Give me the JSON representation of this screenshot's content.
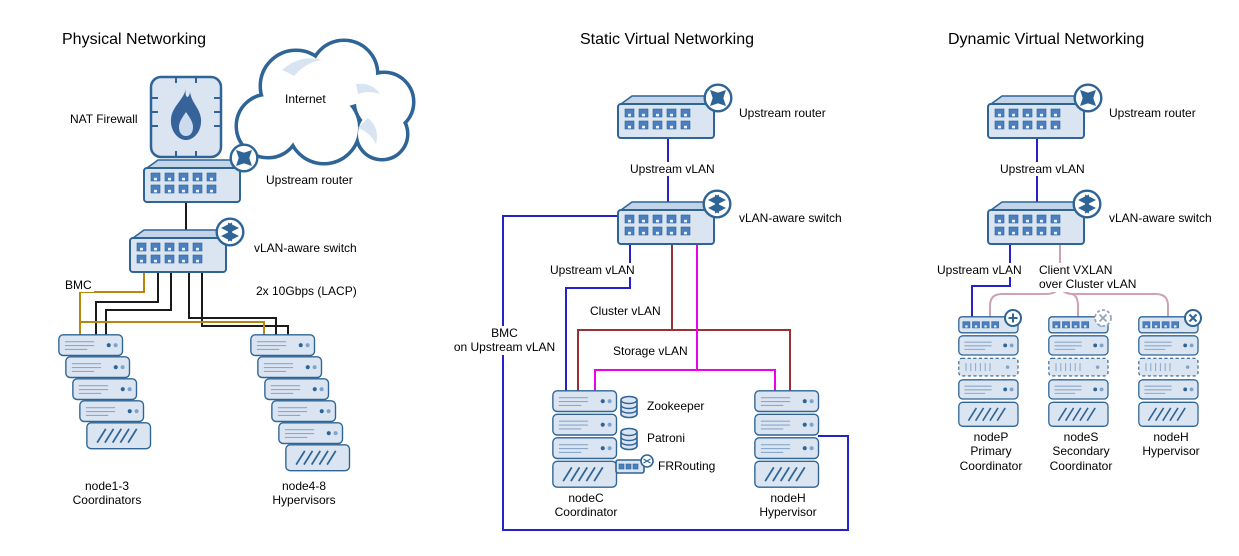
{
  "colors": {
    "device_stroke": "#2e6496",
    "device_fill": "#dbe5f1",
    "device_fill_dark": "#c3d4e9",
    "port_fill": "#4a7fc1",
    "line_black": "#1a1a1a",
    "line_gold": "#b8860b",
    "line_blue": "#2323cc",
    "line_red": "#993333",
    "line_magenta": "#ee00ee",
    "line_pink": "#cfa3ad"
  },
  "physical": {
    "title": "Physical Networking",
    "internet": "Internet",
    "nat_firewall": "NAT Firewall",
    "upstream_router": "Upstream router",
    "vlan_switch": "vLAN-aware switch",
    "bmc": "BMC",
    "lacp": "2x 10Gbps (LACP)",
    "coordinators": "node1-3\nCoordinators",
    "hypervisors": "node4-8\nHypervisors"
  },
  "static": {
    "title": "Static Virtual Networking",
    "upstream_router": "Upstream router",
    "upstream_vlan_link": "Upstream vLAN",
    "vlan_switch": "vLAN-aware switch",
    "upstream_vlan": "Upstream vLAN",
    "cluster_vlan": "Cluster vLAN",
    "storage_vlan": "Storage vLAN",
    "bmc_note": "BMC\non Upstream vLAN",
    "zookeeper": "Zookeeper",
    "patroni": "Patroni",
    "frrouting": "FRRouting",
    "node_c": "nodeC\nCoordinator",
    "node_h": "nodeH\nHypervisor"
  },
  "dynamic": {
    "title": "Dynamic Virtual Networking",
    "upstream_router": "Upstream router",
    "upstream_vlan_link": "Upstream vLAN",
    "vlan_switch": "vLAN-aware switch",
    "upstream_vlan": "Upstream vLAN",
    "client_vxlan": "Client VXLAN\nover Cluster vLAN",
    "node_p": "nodeP\nPrimary\nCoordinator",
    "node_s": "nodeS\nSecondary\nCoordinator",
    "node_h": "nodeH\nHypervisor"
  }
}
